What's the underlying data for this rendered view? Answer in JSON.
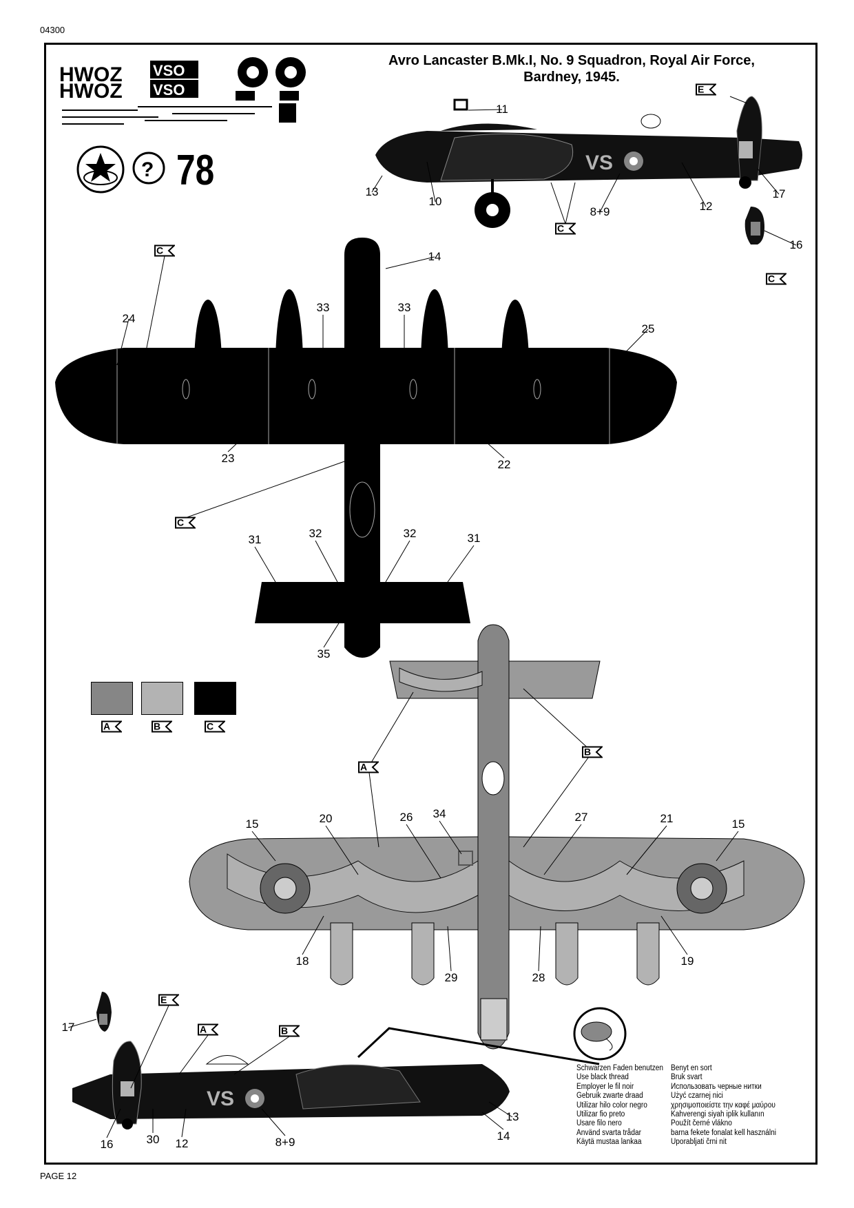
{
  "page_code": "04300",
  "page_footer": "PAGE 12",
  "title_line1": "Avro Lancaster B.Mk.I, No. 9 Squadron, Royal Air Force,",
  "title_line2": "Bardney, 1945.",
  "decal_count": "78",
  "icons": [
    "decal-water-slide-icon",
    "help-question-icon",
    "thread-spool-icon"
  ],
  "colors": {
    "A": "#868686",
    "B": "#b3b3b3",
    "C": "#000000"
  },
  "paint_legend": [
    {
      "code": "A"
    },
    {
      "code": "B"
    },
    {
      "code": "C"
    }
  ],
  "paint_tags": [
    "E",
    "C",
    "C",
    "C",
    "C",
    "A",
    "B",
    "E",
    "A",
    "B"
  ],
  "callouts": {
    "side_top": [
      "11",
      "13",
      "10",
      "8+9",
      "12",
      "17",
      "16"
    ],
    "top_view": [
      "14",
      "24",
      "33",
      "33",
      "25",
      "23",
      "22",
      "31",
      "32",
      "32",
      "31",
      "35"
    ],
    "bottom_view": [
      "15",
      "20",
      "26",
      "34",
      "27",
      "21",
      "15",
      "18",
      "29",
      "28",
      "19"
    ],
    "side_bottom": [
      "17",
      "16",
      "30",
      "12",
      "8+9",
      "13",
      "14"
    ]
  },
  "thread_instructions": {
    "left": [
      "Schwarzen Faden benutzen",
      "Use black thread",
      "Employer le fil noir",
      "Gebruik zwarte draad",
      "Utilizar hilo color negro",
      "Utilizar fio preto",
      "Usare filo nero",
      "Använd svarta trådar",
      "Käytä mustaa lankaa"
    ],
    "right": [
      "Benyt en sort",
      "Bruk svart",
      "Использовать черные нитки",
      "Użyć czarnej nici",
      "χρησιμοποιείστε την καφέ μαύρου",
      "Kahverengi siyah iplik kullanın",
      "Použít černé vlákno",
      "barna fekete fonalat kell használni",
      "Uporabljati črni nit"
    ]
  }
}
